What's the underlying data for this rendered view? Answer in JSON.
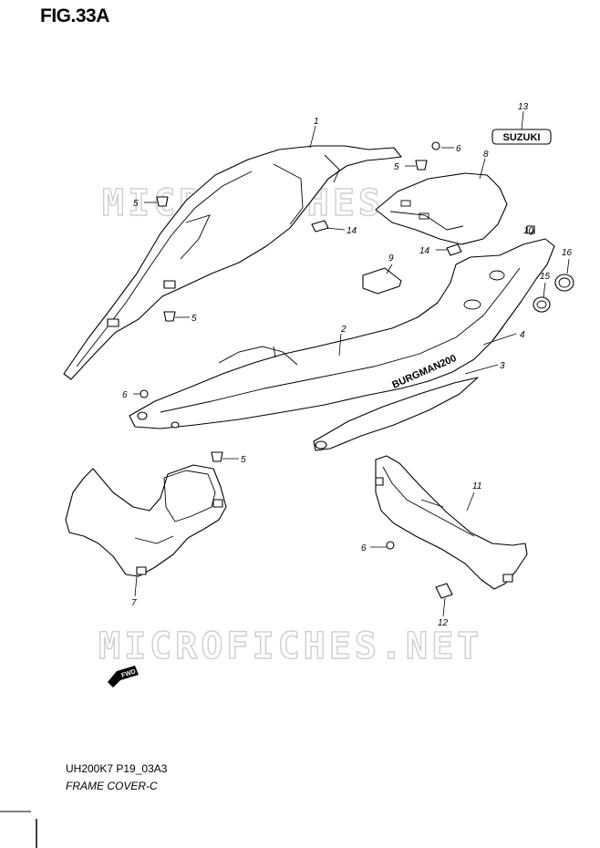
{
  "figure": {
    "title": "FIG.33A",
    "code": "UH200K7 P19_03A3",
    "caption": "FRAME COVER-C"
  },
  "watermark": {
    "text": "MICROFICHES.NET"
  },
  "emblem": {
    "text": "SUZUKI"
  },
  "model_badge": {
    "text": "BURGMAN200"
  },
  "fwd_marker": {
    "text": "FWD"
  },
  "callouts": [
    {
      "id": "c1",
      "label": "1"
    },
    {
      "id": "c2",
      "label": "2"
    },
    {
      "id": "c3",
      "label": "3"
    },
    {
      "id": "c4",
      "label": "4"
    },
    {
      "id": "c5a",
      "label": "5"
    },
    {
      "id": "c5b",
      "label": "5"
    },
    {
      "id": "c5c",
      "label": "5"
    },
    {
      "id": "c5d",
      "label": "5"
    },
    {
      "id": "c6a",
      "label": "6"
    },
    {
      "id": "c6b",
      "label": "6"
    },
    {
      "id": "c6c",
      "label": "6"
    },
    {
      "id": "c7",
      "label": "7"
    },
    {
      "id": "c8",
      "label": "8"
    },
    {
      "id": "c9",
      "label": "9"
    },
    {
      "id": "c10",
      "label": "10"
    },
    {
      "id": "c11",
      "label": "11"
    },
    {
      "id": "c12",
      "label": "12"
    },
    {
      "id": "c13",
      "label": "13"
    },
    {
      "id": "c14a",
      "label": "14"
    },
    {
      "id": "c14b",
      "label": "14"
    },
    {
      "id": "c15",
      "label": "15"
    },
    {
      "id": "c16",
      "label": "16"
    }
  ]
}
